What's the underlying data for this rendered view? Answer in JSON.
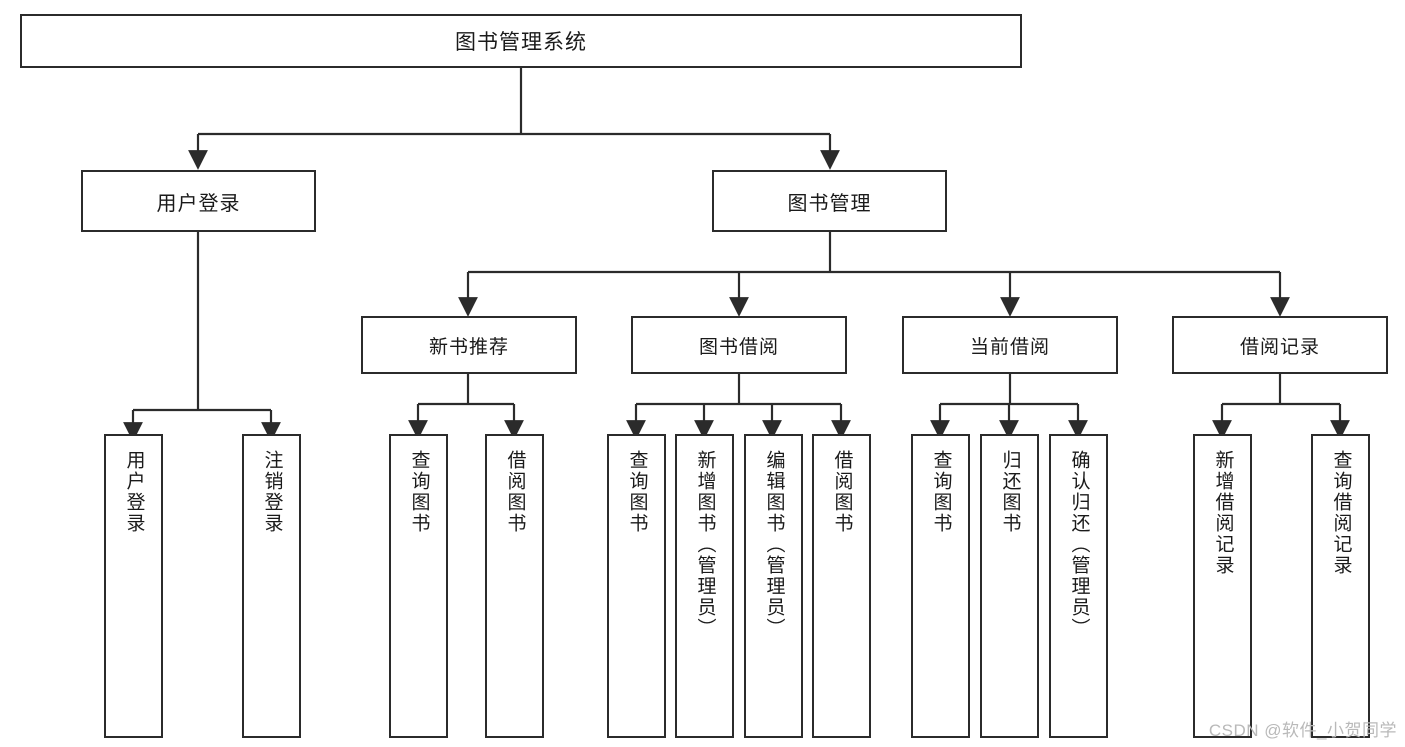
{
  "diagram": {
    "title": "图书管理系统",
    "type": "tree-hierarchy",
    "root": {
      "label": "图书管理系统"
    },
    "level2": [
      {
        "label": "用户登录"
      },
      {
        "label": "图书管理"
      }
    ],
    "level3": [
      {
        "label": "新书推荐"
      },
      {
        "label": "图书借阅"
      },
      {
        "label": "当前借阅"
      },
      {
        "label": "借阅记录"
      }
    ],
    "leaves": {
      "user_login": [
        {
          "label": "用户登录"
        },
        {
          "label": "注销登录"
        }
      ],
      "new_book_recommend": [
        {
          "label": "查询图书"
        },
        {
          "label": "借阅图书"
        }
      ],
      "book_borrow": [
        {
          "label": "查询图书"
        },
        {
          "label": "新增图书（管理员）"
        },
        {
          "label": "编辑图书（管理员）"
        },
        {
          "label": "借阅图书"
        }
      ],
      "current_borrow": [
        {
          "label": "查询图书"
        },
        {
          "label": "归还图书"
        },
        {
          "label": "确认归还（管理员）"
        }
      ],
      "borrow_records": [
        {
          "label": "新增借阅记录"
        },
        {
          "label": "查询借阅记录"
        }
      ]
    }
  },
  "watermark": {
    "text": "CSDN @软件_小贺同学"
  },
  "colors": {
    "stroke": "#2b2b2b",
    "background": "#ffffff",
    "text": "#1a1a1a",
    "watermark": "#b9b9b9"
  }
}
